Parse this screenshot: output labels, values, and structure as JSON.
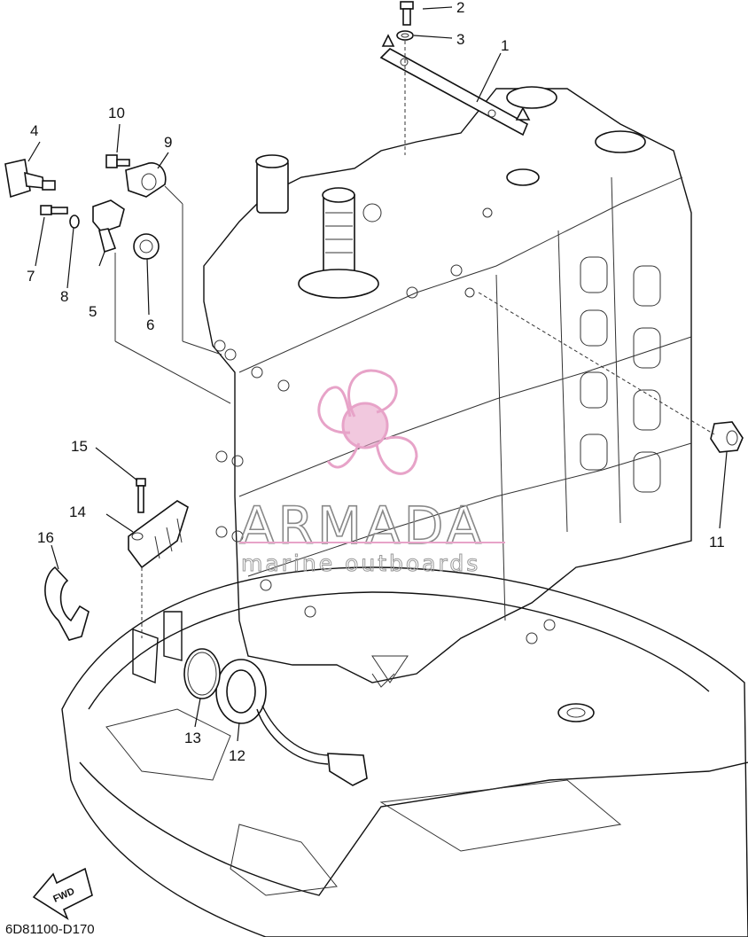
{
  "diagram": {
    "code": "6D81100-D170",
    "fwd_label": "FWD",
    "watermark": {
      "brand": "ARMADA",
      "tagline": "marine outboards"
    },
    "callouts": [
      {
        "id": "c1",
        "label": "1"
      },
      {
        "id": "c2",
        "label": "2"
      },
      {
        "id": "c3",
        "label": "3"
      },
      {
        "id": "c4",
        "label": "4"
      },
      {
        "id": "c5",
        "label": "5"
      },
      {
        "id": "c6",
        "label": "6"
      },
      {
        "id": "c7",
        "label": "7"
      },
      {
        "id": "c8",
        "label": "8"
      },
      {
        "id": "c9",
        "label": "9"
      },
      {
        "id": "c10",
        "label": "10"
      },
      {
        "id": "c11",
        "label": "11"
      },
      {
        "id": "c12",
        "label": "12"
      },
      {
        "id": "c13",
        "label": "13"
      },
      {
        "id": "c14",
        "label": "14"
      },
      {
        "id": "c15",
        "label": "15"
      },
      {
        "id": "c16",
        "label": "16"
      }
    ],
    "colors": {
      "line": "#111111",
      "watermark_pink": "#e7a3c8",
      "watermark_gray": "#888888"
    }
  }
}
